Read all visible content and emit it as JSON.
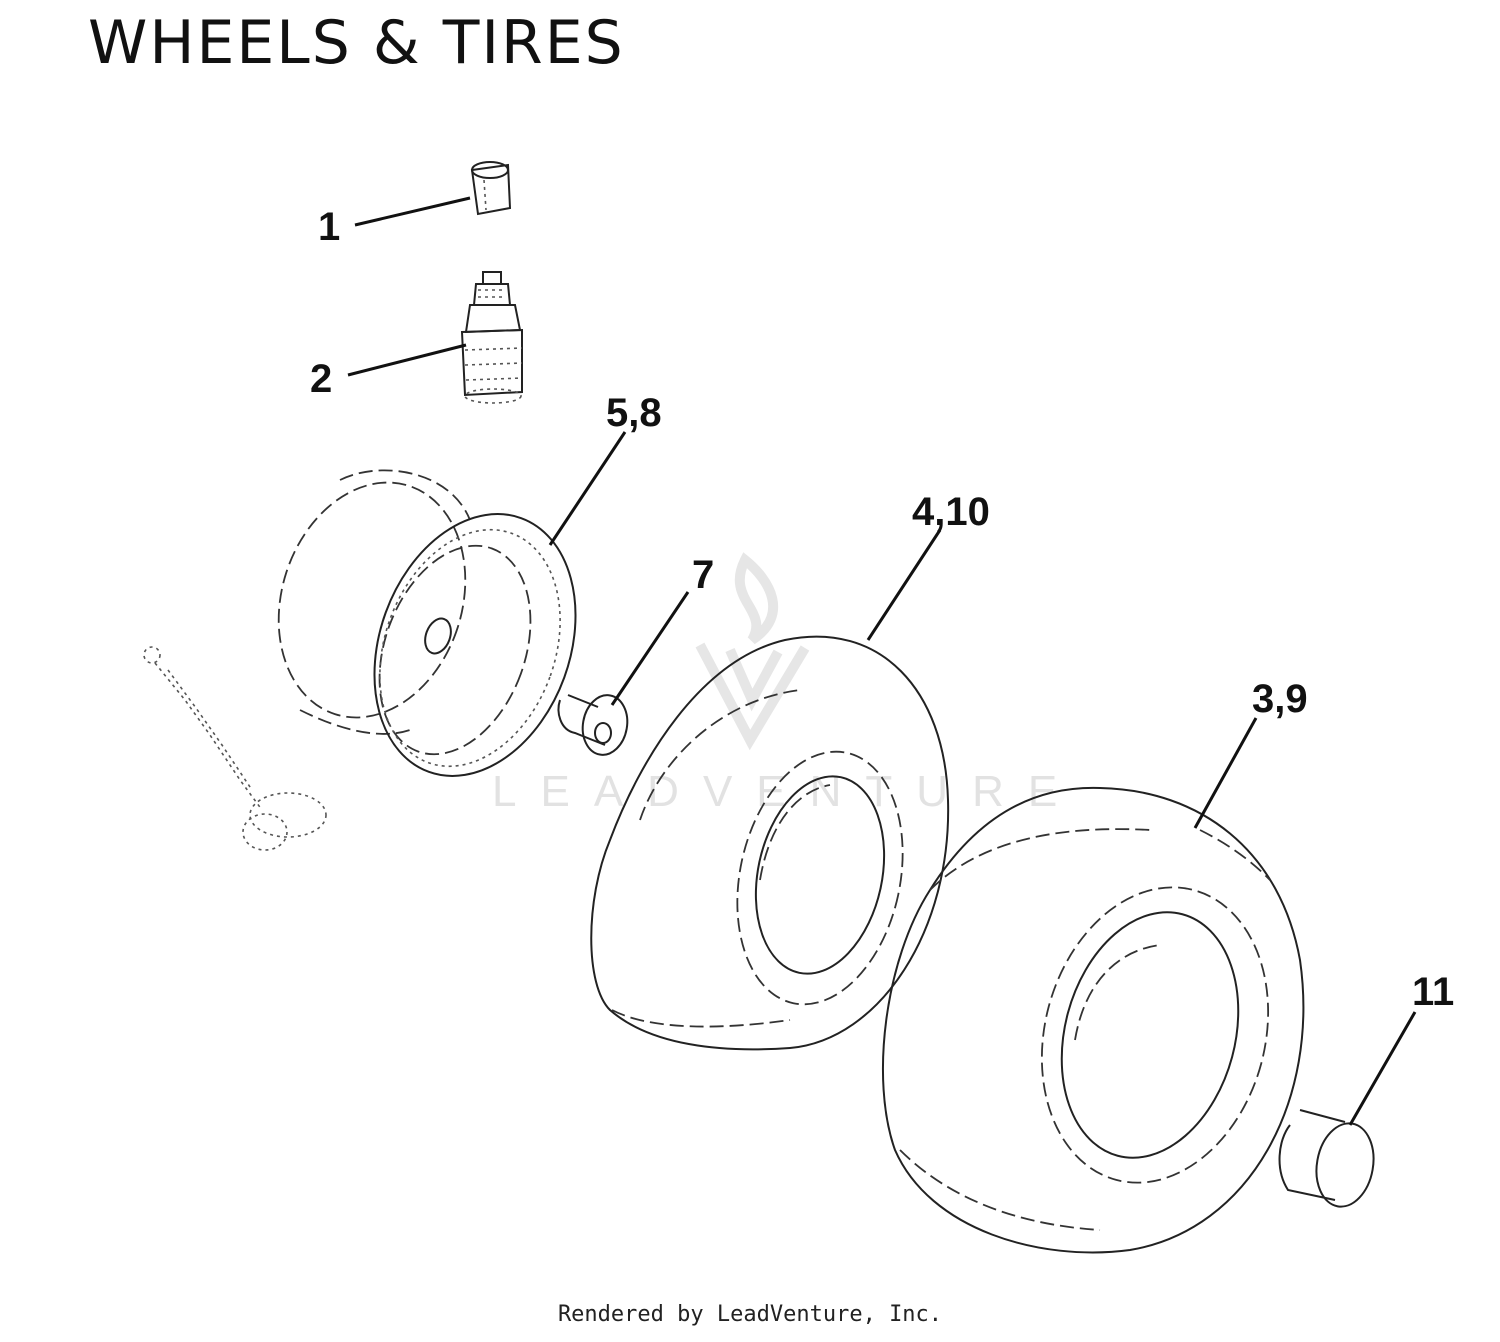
{
  "title": "WHEELS & TIRES",
  "callouts": {
    "c1": "1",
    "c2": "2",
    "c5_8": "5,8",
    "c7": "7",
    "c4_10": "4,10",
    "c3_9": "3,9",
    "c11": "11"
  },
  "watermark": {
    "text": "LEADVENTURE"
  },
  "footer": "Rendered by LeadVenture, Inc."
}
